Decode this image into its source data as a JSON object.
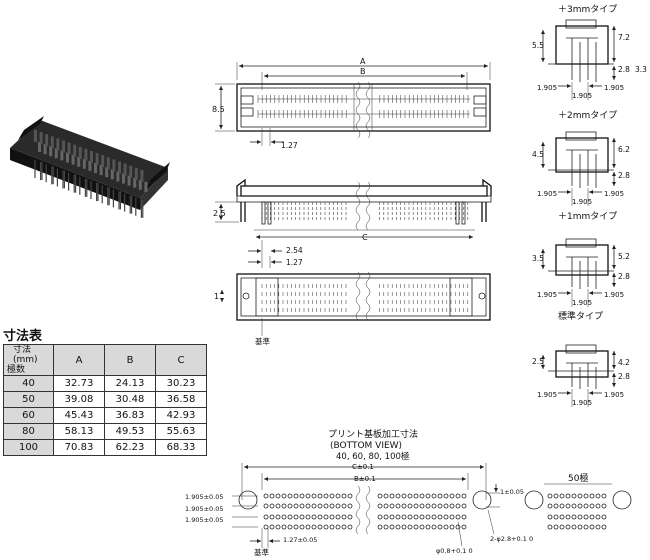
{
  "table": {
    "title": "寸法表",
    "header_unit": "寸法(mm)",
    "header_pins": "極数",
    "columns": [
      "A",
      "B",
      "C"
    ],
    "rows": [
      {
        "pins": "40",
        "A": "32.73",
        "B": "24.13",
        "C": "30.23"
      },
      {
        "pins": "50",
        "A": "39.08",
        "B": "30.48",
        "C": "36.58"
      },
      {
        "pins": "60",
        "A": "45.43",
        "B": "36.83",
        "C": "42.93"
      },
      {
        "pins": "80",
        "A": "58.13",
        "B": "49.53",
        "C": "55.63"
      },
      {
        "pins": "100",
        "A": "70.83",
        "B": "62.23",
        "C": "68.33"
      }
    ]
  },
  "main_views": {
    "dim_A": "A",
    "dim_B": "B",
    "dim_C": "C",
    "dim_85": "8.5",
    "dim_127a": "1.27",
    "dim_25": "2.5",
    "dim_254": "2.54",
    "dim_127b": "1.27",
    "dim_1": "1",
    "datum": "基準"
  },
  "side_views": [
    {
      "title": "＋3mmタイプ",
      "left": "5.5",
      "r1": "7.2",
      "r2": "2.8",
      "r3": "3.3",
      "b1": "1.905",
      "b2": "1.905",
      "b3": "1.905"
    },
    {
      "title": "＋2mmタイプ",
      "left": "4.5",
      "r1": "6.2",
      "r2": "2.8",
      "b1": "1.905",
      "b2": "1.905",
      "b3": "1.905"
    },
    {
      "title": "＋1mmタイプ",
      "left": "3.5",
      "r1": "5.2",
      "r2": "2.8",
      "b1": "1.905",
      "b2": "1.905",
      "b3": "1.905"
    },
    {
      "title": "標準タイプ",
      "left": "2.5",
      "r1": "4.2",
      "r2": "2.8",
      "b1": "1.905",
      "b2": "1.905",
      "b3": "1.905"
    }
  ],
  "pcb": {
    "title": "プリント基板加工寸法",
    "subtitle": "(BOTTOM VIEW)",
    "variants": "40, 60, 80, 100極",
    "variant_50": "50極",
    "dim_C": "C±0.1",
    "dim_B": "B±0.1",
    "dim_1": "1±0.05",
    "row1": "1.905±0.05",
    "row2": "1.905±0.05",
    "row3": "1.905±0.05",
    "pitch": "1.27±0.05",
    "hole_small": "φ0.8+0.1 0",
    "hole_big": "2-φ2.8+0.1 0",
    "datum": "基準"
  }
}
